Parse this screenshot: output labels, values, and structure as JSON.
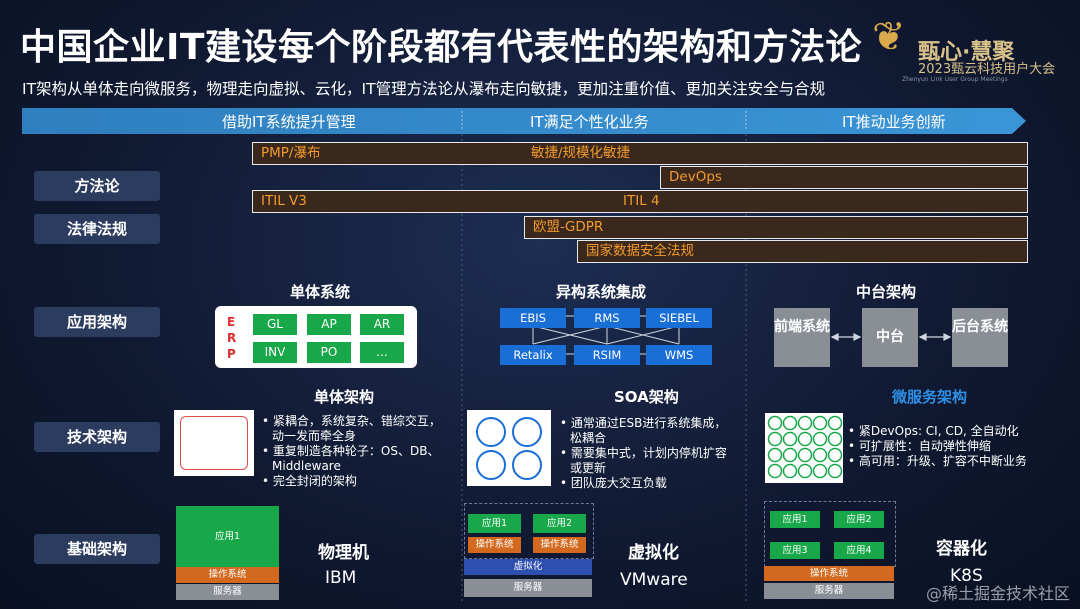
{
  "title": "中国企业IT建设每个阶段都有代表性的架构和方法论",
  "subtitle": "IT架构从单体走向微服务，物理走向虚拟、云化，IT管理方法论从瀑布走向敏捷，更加注重价值、更加关注安全与合规",
  "logo": {
    "line1": "甄心·慧聚",
    "line2": "2023甄云科技用户大会",
    "line3": "Zhenyun Link User Group Meetings"
  },
  "stages": [
    "借助IT系统提升管理",
    "IT满足个性化业务",
    "IT推动业务创新"
  ],
  "row_labels": {
    "method": "方法论",
    "law": "法律法规",
    "app": "应用架构",
    "tech": "技术架构",
    "infra": "基础架构"
  },
  "bars": {
    "pmp": "PMP/瀑布",
    "agile": "敏捷/规模化敏捷",
    "devops": "DevOps",
    "itil3": "ITIL V3",
    "itil4": "ITIL 4",
    "gdpr": "欧盟-GDPR",
    "national": "国家数据安全法规"
  },
  "app": {
    "mono_title": "单体系统",
    "erp_letters": [
      "E",
      "R",
      "P"
    ],
    "erp_modules": [
      "GL",
      "AP",
      "AR",
      "INV",
      "PO",
      "..."
    ],
    "soa_title": "异构系统集成",
    "soa_top": [
      "EBIS",
      "RMS",
      "SIEBEL"
    ],
    "soa_bottom": [
      "Retalix",
      "RSIM",
      "WMS"
    ],
    "mid_title": "中台架构",
    "mid_boxes": [
      "前端系统",
      "中台",
      "后台系统"
    ]
  },
  "tech": {
    "mono_title": "单体架构",
    "mono_bullets": [
      "紧耦合，系统复杂、错综交互，动一发而牵全身",
      "重复制造各种轮子：OS、DB、Middleware",
      "完全封闭的架构"
    ],
    "soa_title": "SOA架构",
    "soa_bullets": [
      "通常通过ESB进行系统集成，松耦合",
      "需要集中式，计划内停机扩容或更新",
      "团队庞大交互负载"
    ],
    "micro_title": "微服务架构",
    "micro_bullets": [
      "紧DevOps: CI, CD, 全自动化",
      "可扩展性：自动弹性伸缩",
      "高可用：升级、扩容不中断业务"
    ]
  },
  "infra": {
    "physical": {
      "label": "物理机",
      "vendor": "IBM",
      "app": "应用1",
      "os": "操作系统",
      "server": "服务器"
    },
    "virtual": {
      "label": "虚拟化",
      "vendor": "VMware",
      "app1": "应用1",
      "app2": "应用2",
      "os1": "操作系统",
      "os2": "操作系统",
      "virt": "虚拟化",
      "server": "服务器"
    },
    "container": {
      "label": "容器化",
      "vendor": "K8S",
      "apps": [
        "应用1",
        "应用2",
        "应用3",
        "应用4"
      ],
      "os": "操作系统",
      "server": "服务器"
    }
  },
  "watermark": "@稀土掘金技术社区",
  "colors": {
    "bar_text": "#f29a2e",
    "green": "#18a84a",
    "blue": "#1a6fd6",
    "accent_blue": "#2d8fe6",
    "orange": "#d2691e"
  }
}
